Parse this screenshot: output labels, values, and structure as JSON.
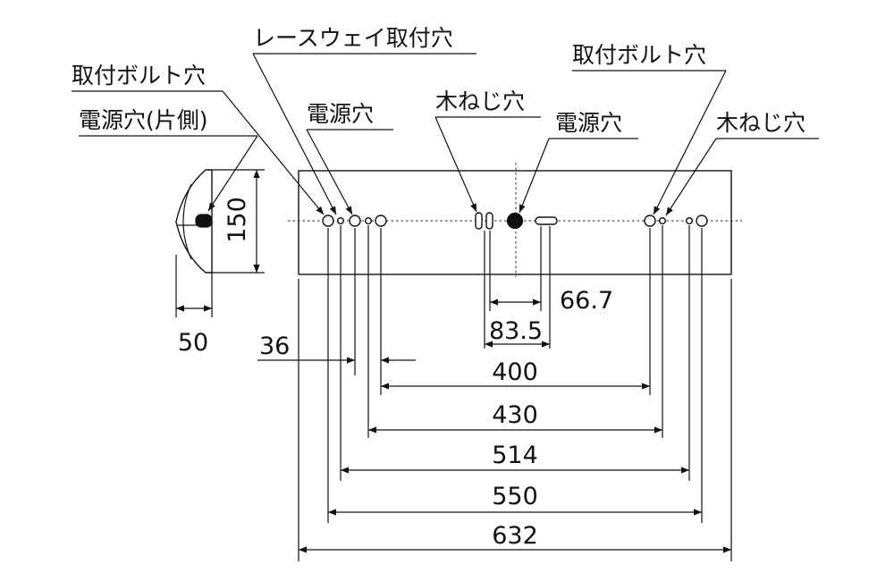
{
  "labels": {
    "raceway_mount_hole": "レースウェイ取付穴",
    "bolt_hole_left": "取付ボルト穴",
    "power_hole_side": "電源穴(片側)",
    "power_hole_left": "電源穴",
    "wood_screw_center": "木ねじ穴",
    "power_hole_center": "電源穴",
    "bolt_hole_right": "取付ボルト穴",
    "wood_screw_right": "木ねじ穴"
  },
  "dimensions": {
    "height": "150",
    "depth": "50",
    "offset_36": "36",
    "d_66_7": "66.7",
    "d_83_5": "83.5",
    "d_400": "400",
    "d_430": "430",
    "d_514": "514",
    "d_550": "550",
    "d_632": "632"
  }
}
